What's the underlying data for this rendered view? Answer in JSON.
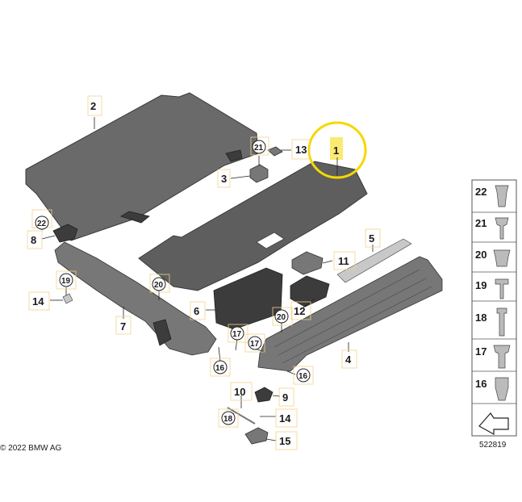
{
  "labels": {
    "p1": "1",
    "p2": "2",
    "p3": "3",
    "p4": "4",
    "p5": "5",
    "p6": "6",
    "p7": "7",
    "p8": "8",
    "p9": "9",
    "p10": "10",
    "p11": "11",
    "p12": "12",
    "p13": "13",
    "p14a": "14",
    "p14b": "14",
    "p15": "15",
    "p16a": "16",
    "p16b": "16",
    "p17a": "17",
    "p17b": "17",
    "p18": "18",
    "p19": "19",
    "p20a": "20",
    "p20b": "20",
    "p21": "21",
    "p22": "22"
  },
  "legend": [
    {
      "num": "22",
      "icon": "clip-icon"
    },
    {
      "num": "21",
      "icon": "screw-icon"
    },
    {
      "num": "20",
      "icon": "expansion-rivet-icon"
    },
    {
      "num": "19",
      "icon": "bolt-icon"
    },
    {
      "num": "18",
      "icon": "long-bolt-icon"
    },
    {
      "num": "17",
      "icon": "collar-screw-icon"
    },
    {
      "num": "16",
      "icon": "clip-nut-icon"
    }
  ],
  "copyright": "© 2022 BMW AG",
  "diagram_id": "522819",
  "highlight_color": "#f5d800"
}
